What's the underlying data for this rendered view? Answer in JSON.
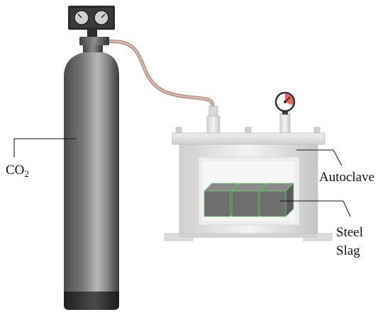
{
  "labels": {
    "co2_main": "CO",
    "co2_subscript": "2",
    "autoclave": "Autoclave",
    "steel_line1": "Steel",
    "steel_line2": "Slag"
  },
  "colors": {
    "cylinder_dark": "#3a3a3a",
    "cylinder_light": "#b0b0b0",
    "cylinder_base": "#2a2a2a",
    "tube": "#c9a79b",
    "autoclave_light": "#e6e6e6",
    "autoclave_mid": "#c8c8c8",
    "window": "#f2f2f2",
    "slag_block": "#6e6e6e",
    "slag_outline": "#6fd06f",
    "gauge_red": "#e24a4a"
  },
  "icons": [
    "pressure-gauge-icon",
    "dual-gauge-regulator-icon"
  ]
}
